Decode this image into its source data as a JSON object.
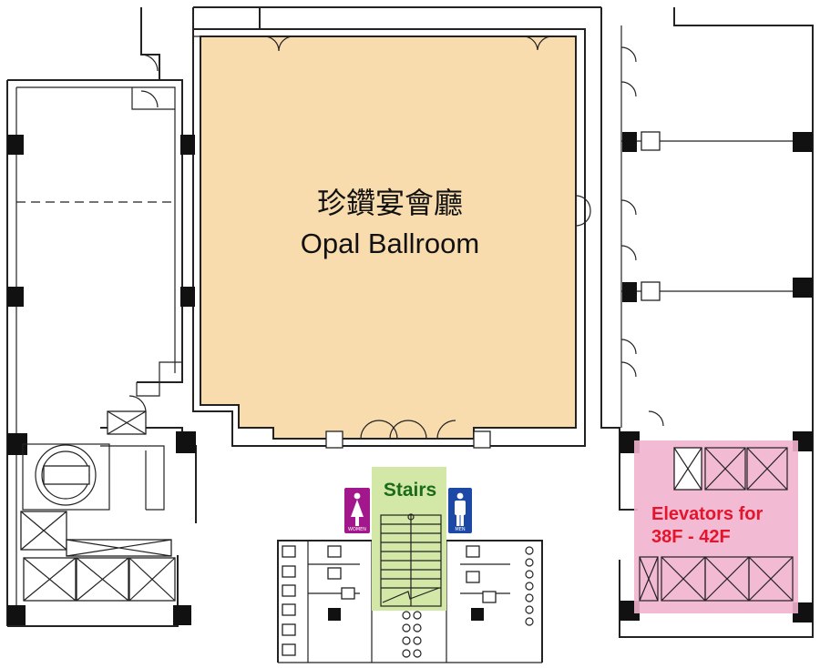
{
  "ballroom": {
    "name_zh": "珍鑽宴會廳",
    "name_en": "Opal Ballroom",
    "fill_color": "#f8dcae"
  },
  "stairs": {
    "label": "Stairs",
    "highlight_color": "#d3e8a6"
  },
  "elevators": {
    "label_line1": "Elevators for",
    "label_line2": "38F - 42F",
    "highlight_color": "#f2b2cf"
  },
  "restroom_signs": {
    "women": {
      "label": "WOMEN",
      "color": "#a3178d",
      "icon": "woman-icon"
    },
    "men": {
      "label": "MEN",
      "color": "#1d49a6",
      "icon": "man-icon"
    }
  }
}
